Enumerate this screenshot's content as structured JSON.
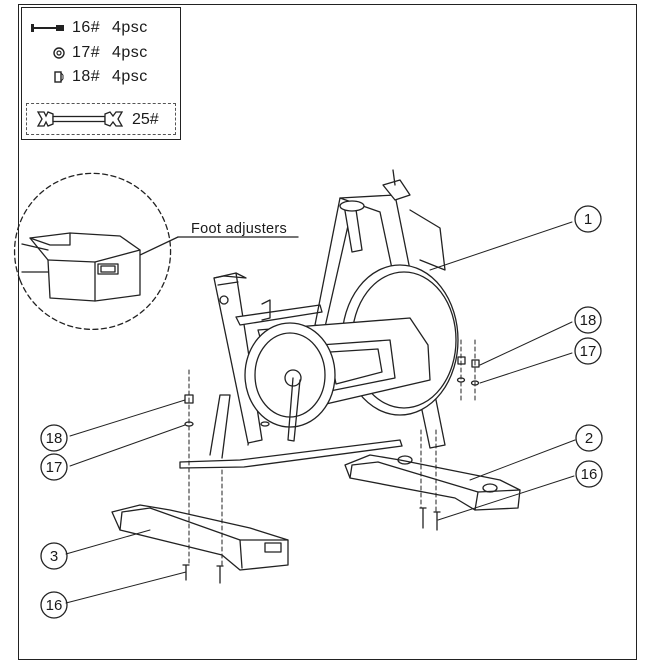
{
  "parts": [
    {
      "icon": "bolt-icon",
      "code": "16#",
      "qty": "4psc"
    },
    {
      "icon": "washer-icon",
      "code": "17#",
      "qty": "4psc"
    },
    {
      "icon": "nut-icon",
      "code": "18#",
      "qty": "4psc"
    }
  ],
  "tool": {
    "icon": "wrench-icon",
    "code": "25#"
  },
  "foot_label": "Foot adjusters",
  "callouts": {
    "c1": "1",
    "c18_right": "18",
    "c17_right": "17",
    "c2": "2",
    "c16_right": "16",
    "c18_left": "18",
    "c17_left": "17",
    "c3": "3",
    "c16_left": "16"
  }
}
